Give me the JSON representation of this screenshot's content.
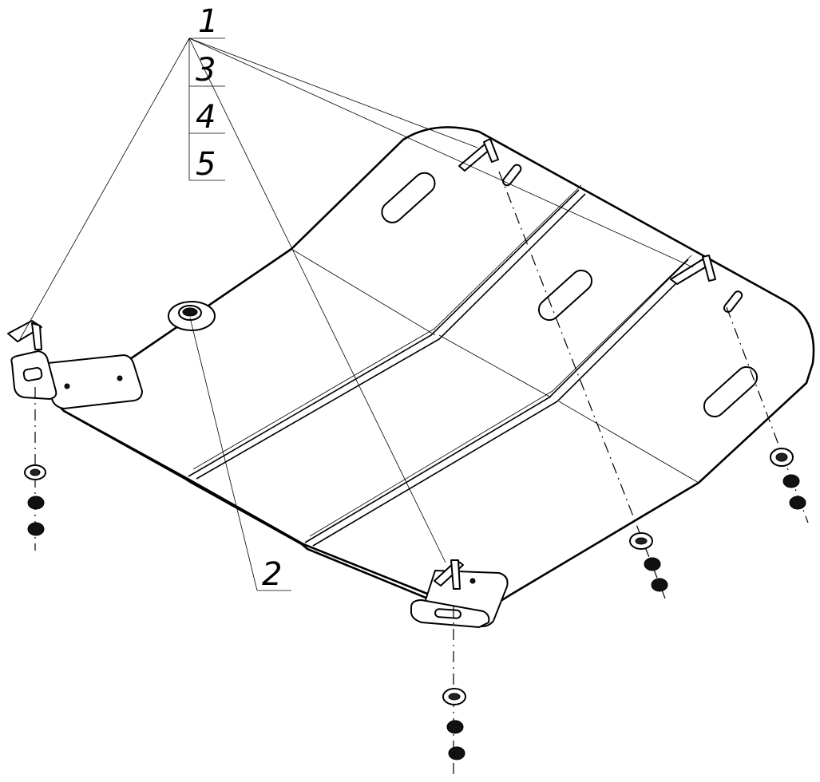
{
  "drawing": {
    "callouts": [
      {
        "id": "callout-1",
        "label": "1"
      },
      {
        "id": "callout-2",
        "label": "2"
      },
      {
        "id": "callout-3",
        "label": "3"
      },
      {
        "id": "callout-4",
        "label": "4"
      },
      {
        "id": "callout-5",
        "label": "5"
      }
    ],
    "line_color": "#000000",
    "background": "#ffffff"
  }
}
